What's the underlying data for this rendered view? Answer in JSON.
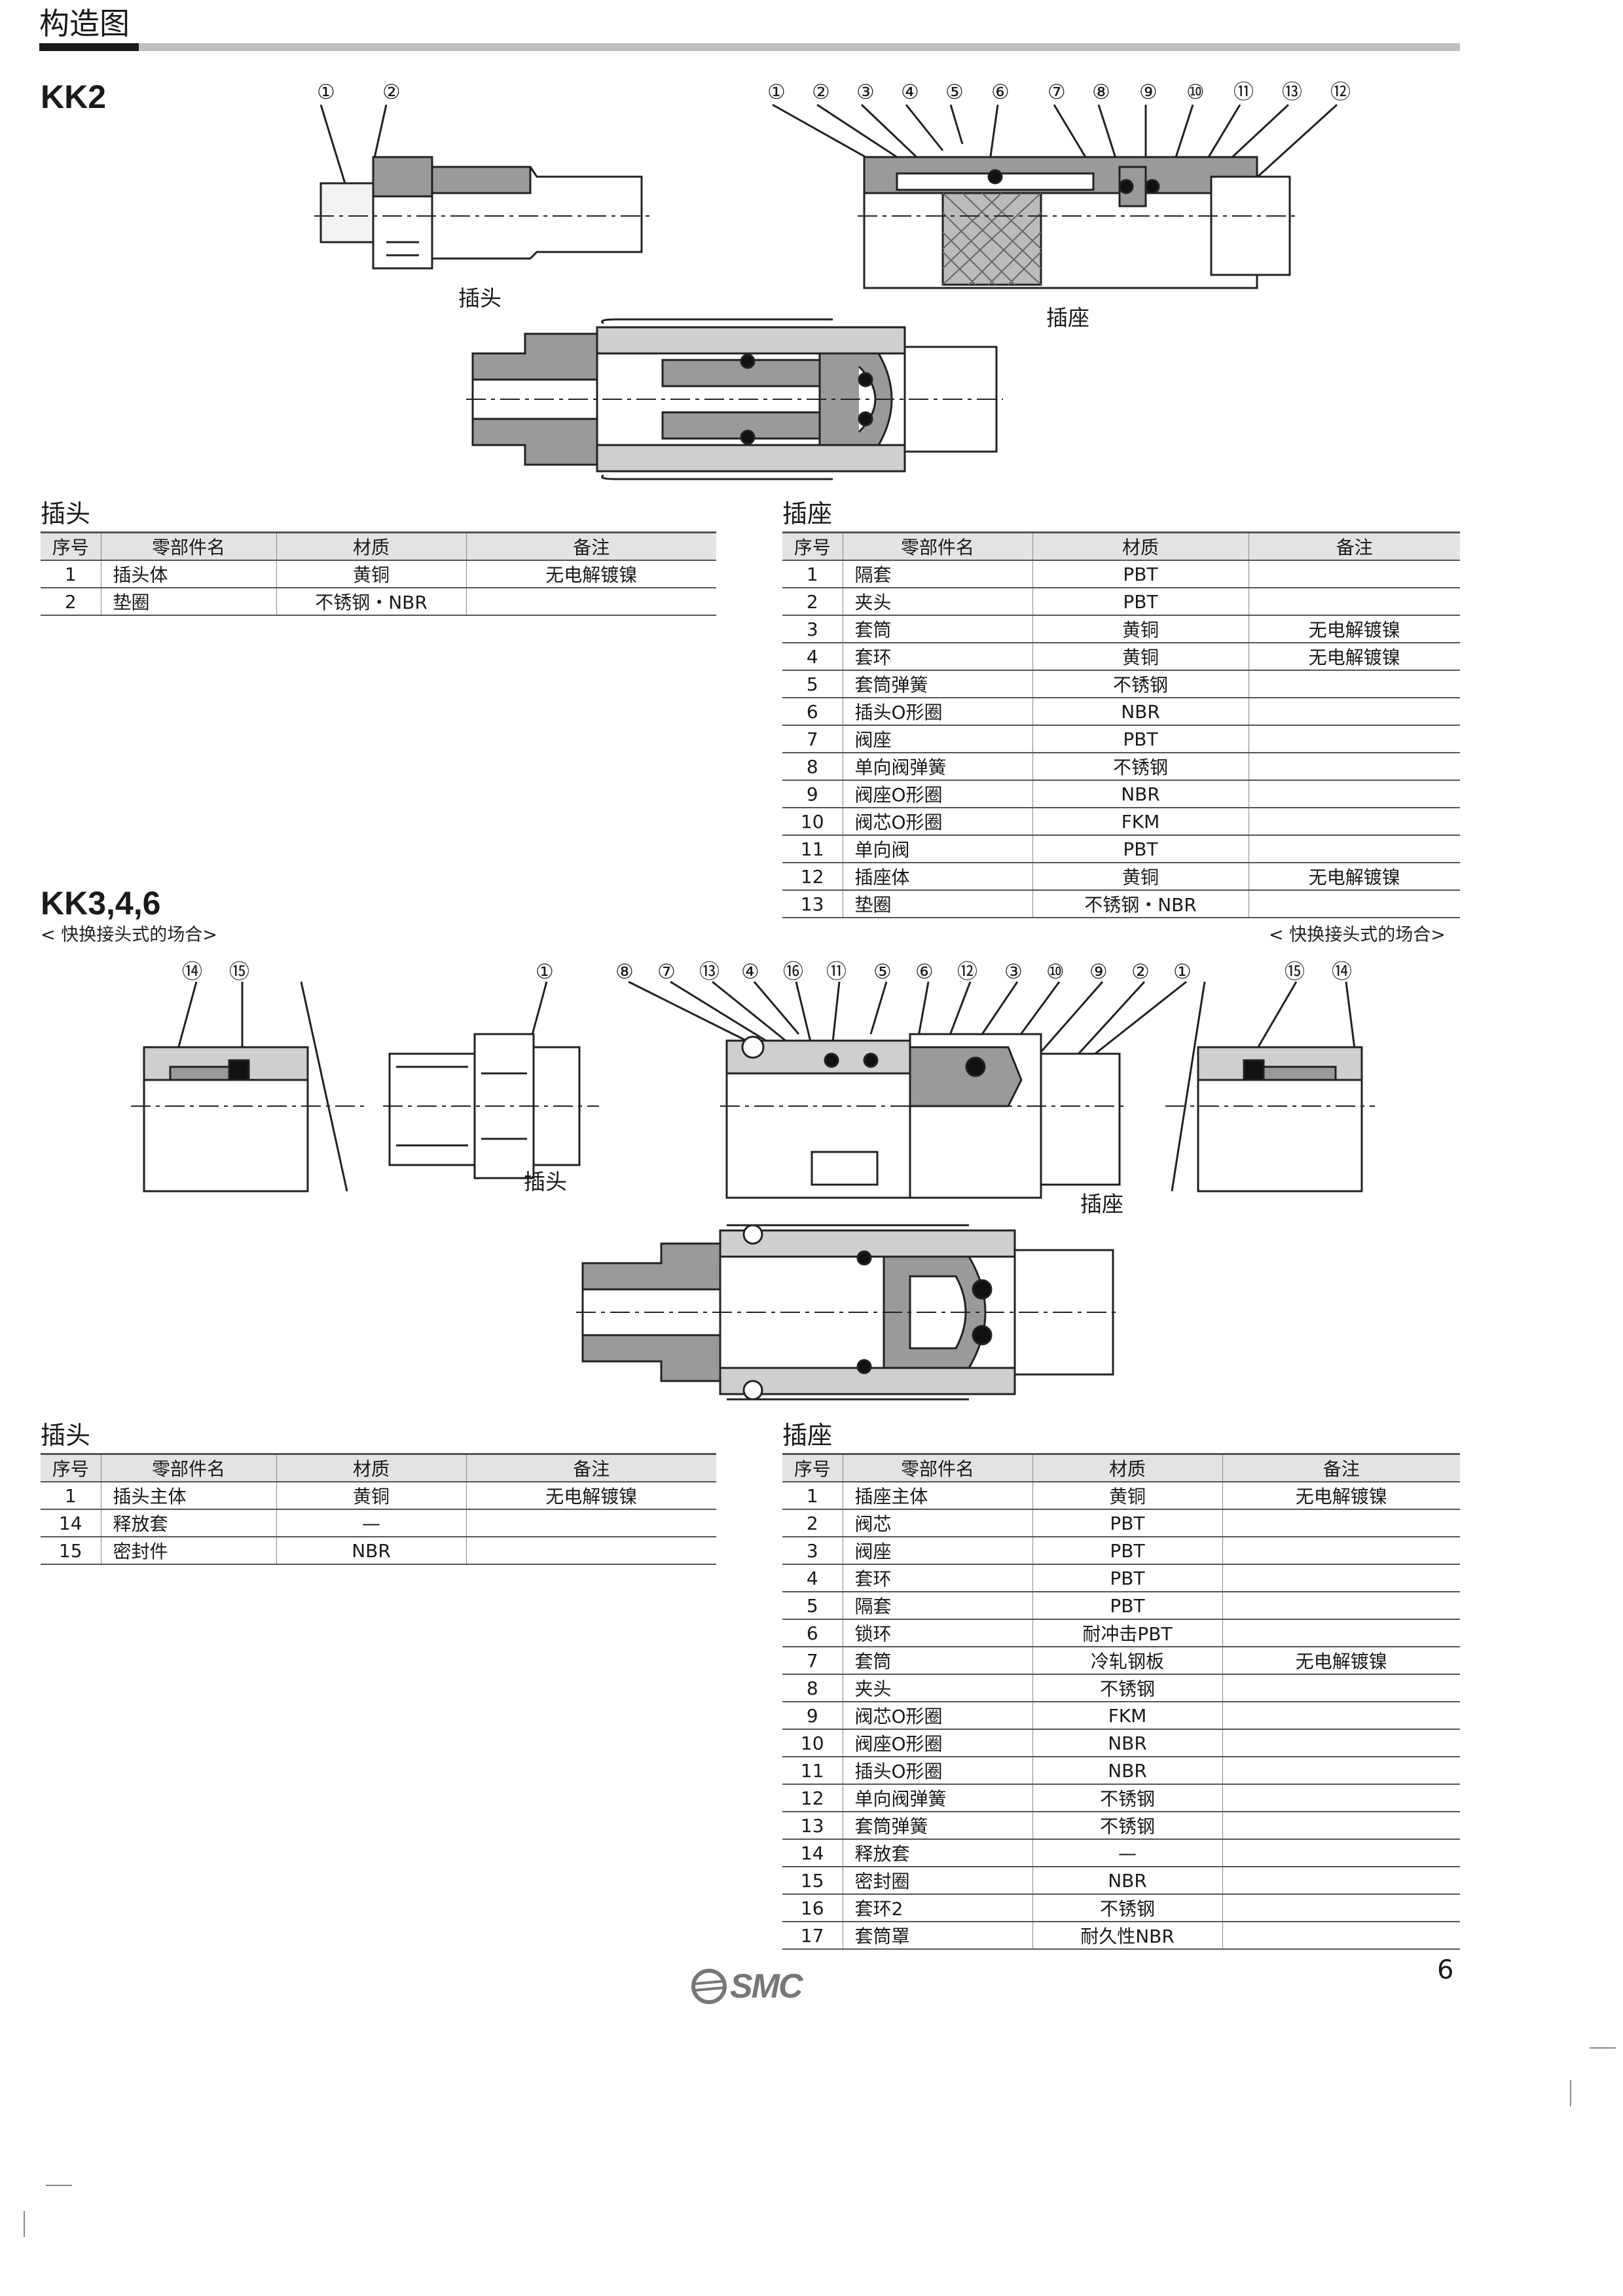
{
  "header": {
    "title": "构造图"
  },
  "kk2": {
    "model": "KK2",
    "plug_caption": "插头",
    "socket_caption": "插座",
    "plug_callouts": [
      "①",
      "②"
    ],
    "socket_callouts": [
      "①",
      "②",
      "③",
      "④",
      "⑤",
      "⑥",
      "⑦",
      "⑧",
      "⑨",
      "⑩",
      "⑪",
      "⑬",
      "⑫"
    ],
    "plug_table": {
      "title": "插头",
      "columns": [
        "序号",
        "零部件名",
        "材质",
        "备注"
      ],
      "rows": [
        [
          "1",
          "插头体",
          "黄铜",
          "无电解镀镍"
        ],
        [
          "2",
          "垫圈",
          "不锈钢・NBR",
          ""
        ]
      ]
    },
    "socket_table": {
      "title": "插座",
      "columns": [
        "序号",
        "零部件名",
        "材质",
        "备注"
      ],
      "rows": [
        [
          "1",
          "隔套",
          "PBT",
          ""
        ],
        [
          "2",
          "夹头",
          "PBT",
          ""
        ],
        [
          "3",
          "套筒",
          "黄铜",
          "无电解镀镍"
        ],
        [
          "4",
          "套环",
          "黄铜",
          "无电解镀镍"
        ],
        [
          "5",
          "套筒弹簧",
          "不锈钢",
          ""
        ],
        [
          "6",
          "插头O形圈",
          "NBR",
          ""
        ],
        [
          "7",
          "阀座",
          "PBT",
          ""
        ],
        [
          "8",
          "单向阀弹簧",
          "不锈钢",
          ""
        ],
        [
          "9",
          "阀座O形圈",
          "NBR",
          ""
        ],
        [
          "10",
          "阀芯O形圈",
          "FKM",
          ""
        ],
        [
          "11",
          "单向阀",
          "PBT",
          ""
        ],
        [
          "12",
          "插座体",
          "黄铜",
          "无电解镀镍"
        ],
        [
          "13",
          "垫圈",
          "不锈钢・NBR",
          ""
        ]
      ]
    }
  },
  "kk346": {
    "model": "KK3,4,6",
    "quick_note_left": "< 快换接头式的场合>",
    "quick_note_right": "< 快换接头式的场合>",
    "plug_caption": "插头",
    "socket_caption": "插座",
    "left_detail_callouts": [
      "⑭",
      "⑮"
    ],
    "plug_callouts": [
      "①"
    ],
    "socket_callouts": [
      "⑧",
      "⑦",
      "⑬",
      "④",
      "⑯",
      "⑪",
      "⑤",
      "⑥",
      "⑫",
      "③",
      "⑩",
      "⑨",
      "②",
      "①"
    ],
    "right_detail_callouts": [
      "⑮",
      "⑭"
    ],
    "plug_table": {
      "title": "插头",
      "columns": [
        "序号",
        "零部件名",
        "材质",
        "备注"
      ],
      "rows": [
        [
          "1",
          "插头主体",
          "黄铜",
          "无电解镀镍"
        ],
        [
          "14",
          "释放套",
          "—",
          ""
        ],
        [
          "15",
          "密封件",
          "NBR",
          ""
        ]
      ]
    },
    "socket_table": {
      "title": "插座",
      "columns": [
        "序号",
        "零部件名",
        "材质",
        "备注"
      ],
      "rows": [
        [
          "1",
          "插座主体",
          "黄铜",
          "无电解镀镍"
        ],
        [
          "2",
          "阀芯",
          "PBT",
          ""
        ],
        [
          "3",
          "阀座",
          "PBT",
          ""
        ],
        [
          "4",
          "套环",
          "PBT",
          ""
        ],
        [
          "5",
          "隔套",
          "PBT",
          ""
        ],
        [
          "6",
          "锁环",
          "耐冲击PBT",
          ""
        ],
        [
          "7",
          "套筒",
          "冷轧钢板",
          "无电解镀镍"
        ],
        [
          "8",
          "夹头",
          "不锈钢",
          ""
        ],
        [
          "9",
          "阀芯O形圈",
          "FKM",
          ""
        ],
        [
          "10",
          "阀座O形圈",
          "NBR",
          ""
        ],
        [
          "11",
          "插头O形圈",
          "NBR",
          ""
        ],
        [
          "12",
          "单向阀弹簧",
          "不锈钢",
          ""
        ],
        [
          "13",
          "套筒弹簧",
          "不锈钢",
          ""
        ],
        [
          "14",
          "释放套",
          "—",
          ""
        ],
        [
          "15",
          "密封圈",
          "NBR",
          ""
        ],
        [
          "16",
          "套环2",
          "不锈钢",
          ""
        ],
        [
          "17",
          "套筒罩",
          "耐久性NBR",
          ""
        ]
      ]
    }
  },
  "footer": {
    "brand": "SMC",
    "page_number": "6"
  }
}
